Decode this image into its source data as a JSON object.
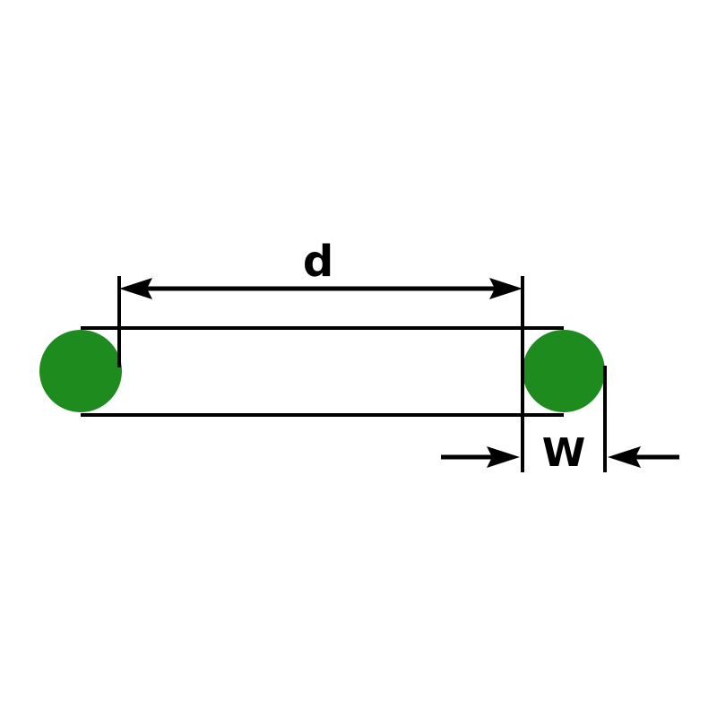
{
  "diagram": {
    "type": "o-ring-dimension-drawing",
    "labels": {
      "inner_diameter": "d",
      "cross_section_width": "W"
    },
    "colors": {
      "ring_fill": "#1e8b1e",
      "line": "#000000",
      "background": "#ffffff"
    }
  }
}
